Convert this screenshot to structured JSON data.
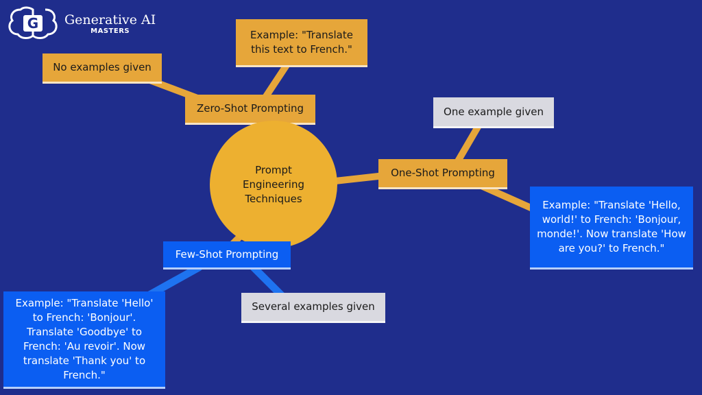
{
  "brand": {
    "title": "Generative AI",
    "subtitle": "MASTERS"
  },
  "center": {
    "label": "Prompt Engineering Techniques"
  },
  "zero_shot": {
    "label": "Zero-Shot Prompting",
    "description": "No examples given",
    "example": "Example: \"Translate this text to French.\""
  },
  "one_shot": {
    "label": "One-Shot Prompting",
    "description": "One example given",
    "example": "Example: \"Translate 'Hello, world!' to French: 'Bonjour, monde!'. Now translate 'How are you?' to French.\""
  },
  "few_shot": {
    "label": "Few-Shot Prompting",
    "description": "Several examples given",
    "example": "Example: \"Translate 'Hello' to French: 'Bonjour'. Translate 'Goodbye' to French: 'Au revoir'. Now translate 'Thank you' to French.\""
  },
  "colors": {
    "background": "#1f2d8c",
    "orange": "#e6a63a",
    "gray": "#d9d9e0",
    "blue": "#0b5ef2"
  }
}
